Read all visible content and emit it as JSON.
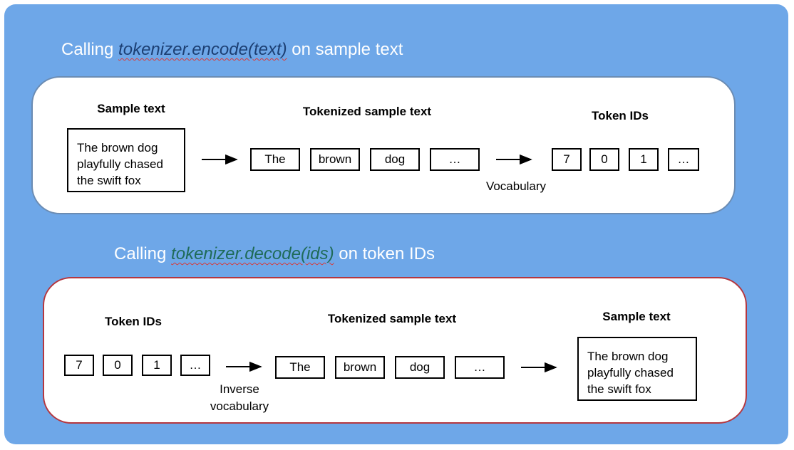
{
  "encode": {
    "heading_prefix": "Calling ",
    "heading_code": "tokenizer.encode(text)",
    "heading_suffix": " on sample text",
    "sample_label": "Sample text",
    "sample_lines": [
      "The brown dog",
      "playfully chased",
      "the swift fox"
    ],
    "tokens_label": "Tokenized sample text",
    "tokens": [
      "The",
      "brown",
      "dog",
      "…"
    ],
    "vocab_caption": "Vocabulary",
    "ids_label": "Token IDs",
    "ids": [
      "7",
      "0",
      "1",
      "…"
    ]
  },
  "decode": {
    "heading_prefix": "Calling ",
    "heading_code": "tokenizer.decode(ids)",
    "heading_suffix": " on token IDs",
    "ids_label": "Token IDs",
    "ids": [
      "7",
      "0",
      "1",
      "…"
    ],
    "inverse_caption_lines": [
      "Inverse",
      "vocabulary"
    ],
    "tokens_label": "Tokenized sample text",
    "tokens": [
      "The",
      "brown",
      "dog",
      "…"
    ],
    "sample_label": "Sample text",
    "sample_lines": [
      "The brown dog",
      "playfully chased",
      "the swift fox"
    ]
  },
  "colors": {
    "background": "#6ea7e8",
    "encode_code": "#1c3f73",
    "decode_code": "#1f6b58",
    "encode_border": "#6b8cb3",
    "decode_border": "#b5373f"
  }
}
